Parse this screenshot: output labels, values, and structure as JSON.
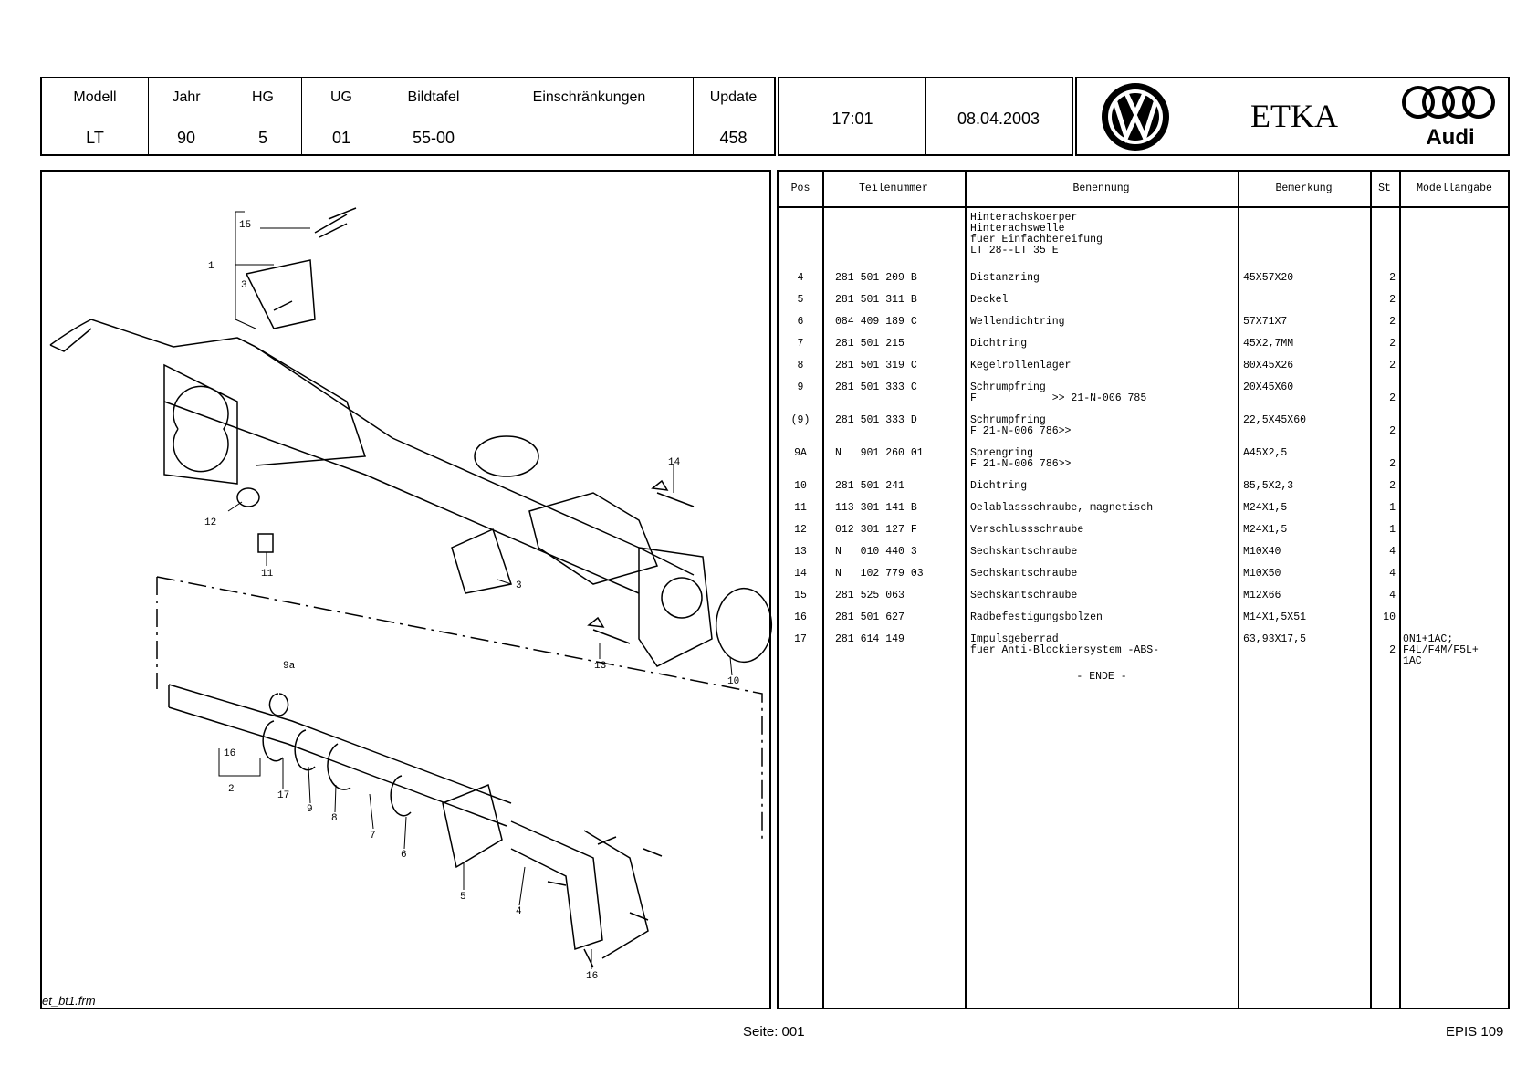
{
  "header": {
    "modell": {
      "label": "Modell",
      "value": "LT"
    },
    "jahr": {
      "label": "Jahr",
      "value": "90"
    },
    "hg": {
      "label": "HG",
      "value": "5"
    },
    "ug": {
      "label": "UG",
      "value": "01"
    },
    "bildtafel": {
      "label": "Bildtafel",
      "value": "55-00"
    },
    "einschraenkungen": {
      "label": "Einschränkungen",
      "value": ""
    },
    "update": {
      "label": "Update",
      "value": "458"
    },
    "time": "17:01",
    "date": "08.04.2003",
    "brand_title": "ETKA",
    "logos": [
      "VW",
      "Audi"
    ]
  },
  "diagram": {
    "frame_label": "et_bt1.frm",
    "callouts": [
      "15",
      "1",
      "3",
      "14",
      "12",
      "11",
      "3",
      "13",
      "10",
      "9a",
      "16",
      "2",
      "17",
      "9",
      "8",
      "7",
      "6",
      "5",
      "4",
      "16"
    ]
  },
  "table": {
    "columns": [
      "Pos",
      "Teilenummer",
      "Benennung",
      "Bemerkung",
      "St",
      "Modellangabe"
    ],
    "intro": [
      "Hinterachskoerper",
      "Hinterachswelle",
      "fuer Einfachbereifung",
      "LT 28--LT 35 E"
    ],
    "rows": [
      {
        "pos": "4",
        "part": "281 501 209 B",
        "name": "Distanzring",
        "name2": "",
        "remark": "45X57X20",
        "qty": "2",
        "model": ""
      },
      {
        "pos": "5",
        "part": "281 501 311 B",
        "name": "Deckel",
        "name2": "",
        "remark": "",
        "qty": "2",
        "model": ""
      },
      {
        "pos": "6",
        "part": "084 409 189 C",
        "name": "Wellendichtring",
        "name2": "",
        "remark": "57X71X7",
        "qty": "2",
        "model": ""
      },
      {
        "pos": "7",
        "part": "281 501 215",
        "name": "Dichtring",
        "name2": "",
        "remark": "45X2,7MM",
        "qty": "2",
        "model": ""
      },
      {
        "pos": "8",
        "part": "281 501 319 C",
        "name": "Kegelrollenlager",
        "name2": "",
        "remark": "80X45X26",
        "qty": "2",
        "model": ""
      },
      {
        "pos": "9",
        "part": "281 501 333 C",
        "name": "Schrumpfring",
        "name2": "F            >> 21-N-006 785",
        "remark": "20X45X60",
        "qty": "2",
        "model": ""
      },
      {
        "pos": "(9)",
        "part": "281 501 333 D",
        "name": "Schrumpfring",
        "name2": "F 21-N-006 786>>",
        "remark": "22,5X45X60",
        "qty": "2",
        "model": ""
      },
      {
        "pos": "9A",
        "part": "N   901 260 01",
        "name": "Sprengring",
        "name2": "F 21-N-006 786>>",
        "remark": "A45X2,5",
        "qty": "2",
        "model": ""
      },
      {
        "pos": "10",
        "part": "281 501 241",
        "name": "Dichtring",
        "name2": "",
        "remark": "85,5X2,3",
        "qty": "2",
        "model": ""
      },
      {
        "pos": "11",
        "part": "113 301 141 B",
        "name": "Oelablassschraube, magnetisch",
        "name2": "",
        "remark": "M24X1,5",
        "qty": "1",
        "model": ""
      },
      {
        "pos": "12",
        "part": "012 301 127 F",
        "name": "Verschlussschraube",
        "name2": "",
        "remark": "M24X1,5",
        "qty": "1",
        "model": ""
      },
      {
        "pos": "13",
        "part": "N   010 440 3",
        "name": "Sechskantschraube",
        "name2": "",
        "remark": "M10X40",
        "qty": "4",
        "model": ""
      },
      {
        "pos": "14",
        "part": "N   102 779 03",
        "name": "Sechskantschraube",
        "name2": "",
        "remark": "M10X50",
        "qty": "4",
        "model": ""
      },
      {
        "pos": "15",
        "part": "281 525 063",
        "name": "Sechskantschraube",
        "name2": "",
        "remark": "M12X66",
        "qty": "4",
        "model": ""
      },
      {
        "pos": "16",
        "part": "281 501 627",
        "name": "Radbefestigungsbolzen",
        "name2": "",
        "remark": "M14X1,5X51",
        "qty": "10",
        "model": ""
      },
      {
        "pos": "17",
        "part": "281 614 149",
        "name": "Impulsgeberrad",
        "name2": "fuer Anti-Blockiersystem -ABS-",
        "remark": "63,93X17,5",
        "qty": "2",
        "model": "0N1+1AC;\nF4L/F4M/F5L+\n1AC"
      }
    ],
    "end_marker": "- ENDE -"
  },
  "footer": {
    "page": "Seite: 001",
    "system": "EPIS 109"
  }
}
